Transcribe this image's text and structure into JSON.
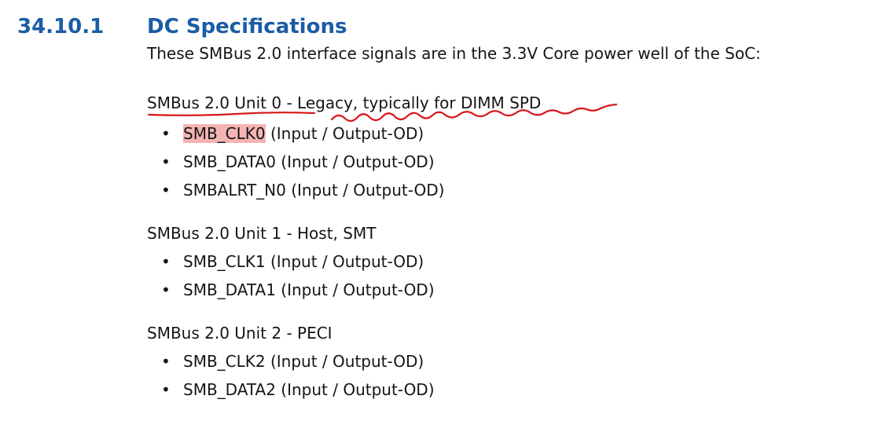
{
  "section": {
    "number": "34.10.1",
    "title": "DC Specifications"
  },
  "intro": "These SMBus 2.0 interface signals are in the 3.3V Core power well of the SoC:",
  "units": [
    {
      "header": "SMBus 2.0 Unit 0 - Legacy, typically for DIMM SPD",
      "header_underlined_part": "SMBus 2.0 Unit 0",
      "header_rest": " - Legacy, typically for DIMM SPD",
      "signals": [
        {
          "name": "SMB_CLK0",
          "desc": " (Input / Output-OD)",
          "highlighted": true
        },
        {
          "name": "SMB_DATA0",
          "desc": " (Input / Output-OD)"
        },
        {
          "name": "SMBALRT_N0",
          "desc": " (Input / Output-OD)"
        }
      ]
    },
    {
      "header": "SMBus 2.0 Unit 1 - Host, SMT",
      "signals": [
        {
          "name": "SMB_CLK1",
          "desc": " (Input / Output-OD)"
        },
        {
          "name": "SMB_DATA1",
          "desc": " (Input / Output-OD)"
        }
      ]
    },
    {
      "header": "SMBus 2.0 Unit 2 - PECI",
      "signals": [
        {
          "name": "SMB_CLK2",
          "desc": " (Input / Output-OD)"
        },
        {
          "name": "SMB_DATA2",
          "desc": " (Input / Output-OD)"
        }
      ]
    }
  ],
  "bullet_glyph": "•",
  "annotations": {
    "underline_color": "#d8141a",
    "wavy_color": "#d8141a",
    "highlight_color": "#f4b4b4"
  }
}
